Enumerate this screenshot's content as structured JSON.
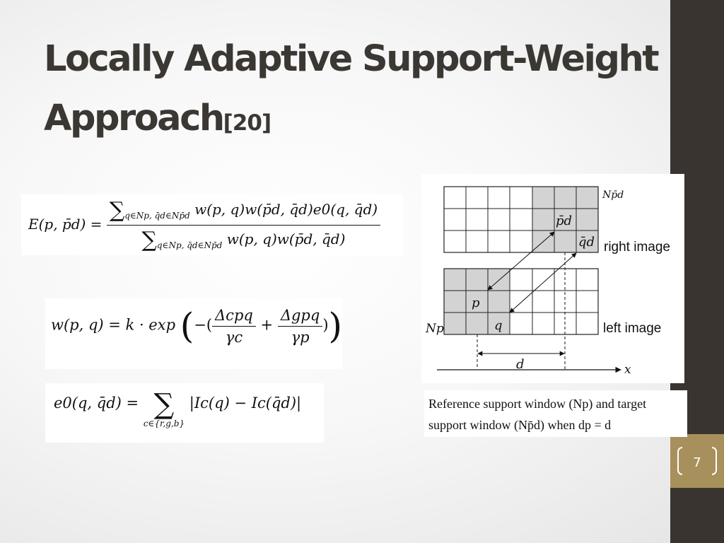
{
  "slide": {
    "title_line1": "Locally Adaptive Support-Weight",
    "title_line2": "Approach",
    "title_ref": "[20]",
    "page_number": "7"
  },
  "equations": {
    "energy": {
      "lhs": "E(p, p̄d) =",
      "numerator_sum_sub": "q∈Np, q̄d∈Np̄d",
      "numerator_terms": "w(p, q)w(p̄d, q̄d)e0(q, q̄d)",
      "denominator_sum_sub": "q∈Np, q̄d∈Np̄d",
      "denominator_terms": "w(p, q)w(p̄d, q̄d)"
    },
    "weight": {
      "lhs": "w(p, q) = k · exp",
      "term1_num": "Δcpq",
      "term1_den": "γc",
      "term2_num": "Δgpq",
      "term2_den": "γp"
    },
    "raw_cost": {
      "lhs": "e0(q, q̄d) =",
      "sum_sub": "c∈{r,g,b}",
      "rhs": "|Ic(q) − Ic(q̄d)|"
    }
  },
  "diagram": {
    "right_image_label": "right image",
    "left_image_label": "left image",
    "label_pd": "p̄d",
    "label_qd": "q̄d",
    "label_p": "p",
    "label_q": "q",
    "label_Np": "Np",
    "label_Npd": "Np̄d",
    "label_d": "d",
    "label_x": "x"
  },
  "caption": {
    "line1": "Reference support window (Np) and target",
    "line2": "support window (Np̄d) when dp = d"
  },
  "colors": {
    "sidebar": "#3a3430",
    "page_badge": "#a8905c",
    "title_text": "#3b3733",
    "grid_shade": "#d3d3d3"
  }
}
